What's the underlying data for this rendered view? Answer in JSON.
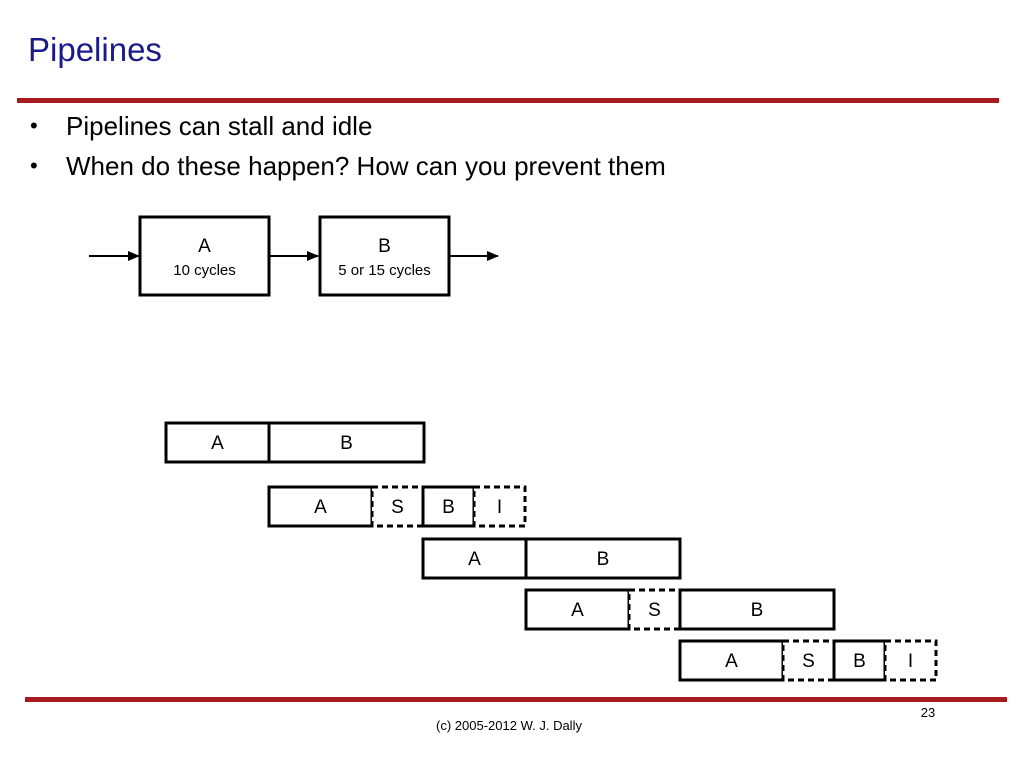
{
  "slide": {
    "title": "Pipelines",
    "rule_color": "#a61c1c",
    "title_color": "#1a1a8c"
  },
  "bullets": [
    "Pipelines can stall and idle",
    "When do these happen?  How can you prevent them"
  ],
  "bullet_glyph": "•",
  "pipeline": {
    "stage_a": {
      "name": "A",
      "latency": "10 cycles"
    },
    "stage_b": {
      "name": "B",
      "latency": "5 or 15 cycles"
    }
  },
  "timeline_rows": [
    [
      {
        "label": "A",
        "style": "solid"
      },
      {
        "label": "B",
        "style": "solid"
      }
    ],
    [
      {
        "label": "A",
        "style": "solid"
      },
      {
        "label": "S",
        "style": "dashed"
      },
      {
        "label": "B",
        "style": "solid"
      },
      {
        "label": "I",
        "style": "dashed"
      }
    ],
    [
      {
        "label": "A",
        "style": "solid"
      },
      {
        "label": "B",
        "style": "solid"
      }
    ],
    [
      {
        "label": "A",
        "style": "solid"
      },
      {
        "label": "S",
        "style": "dashed"
      },
      {
        "label": "B",
        "style": "solid"
      }
    ],
    [
      {
        "label": "A",
        "style": "solid"
      },
      {
        "label": "S",
        "style": "dashed"
      },
      {
        "label": "B",
        "style": "solid"
      },
      {
        "label": "I",
        "style": "dashed"
      }
    ]
  ],
  "footer": {
    "copyright": "(c) 2005-2012 W. J. Dally",
    "page_number": "23"
  }
}
